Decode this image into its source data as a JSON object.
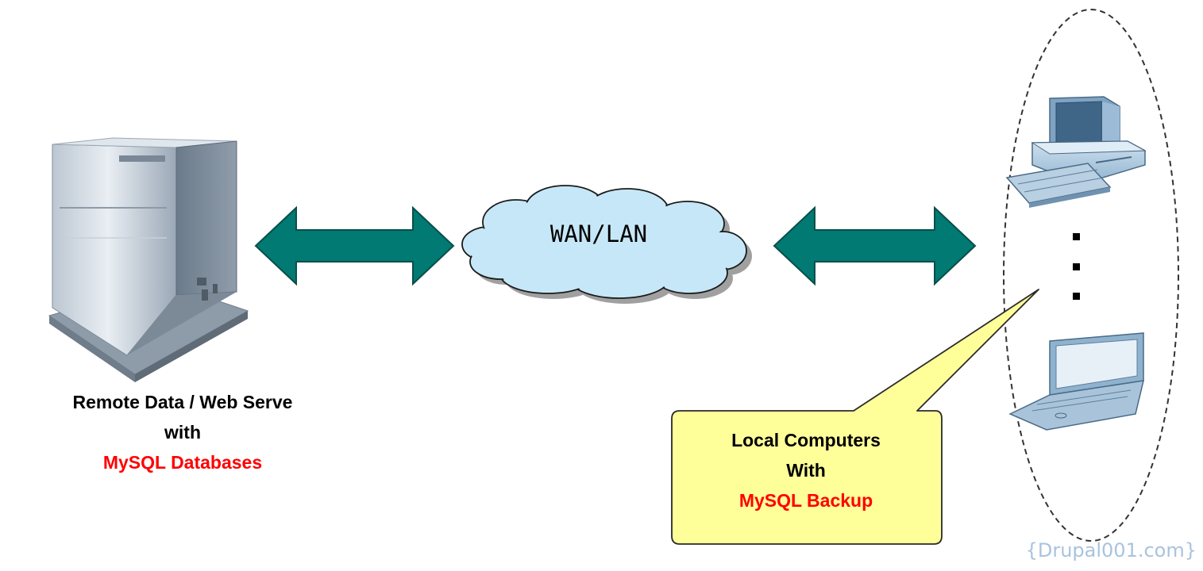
{
  "server": {
    "label_line1": "Remote Data / Web Serve",
    "label_line2": "with",
    "label_line3": "MySQL Databases"
  },
  "network": {
    "label": "WAN/LAN"
  },
  "callout": {
    "line1": "Local Computers",
    "line2": "With",
    "line3": "MySQL Backup"
  },
  "client_group": {
    "ellipsis": ". . ."
  },
  "watermark": "{Drupal001.com}",
  "colors": {
    "arrow_fill": "#007a73",
    "arrow_stroke": "#0a4f4a",
    "cloud_fill": "#c6e7f7",
    "callout_fill": "#ffff9a",
    "highlight_text": "#ff0000",
    "watermark": "#a9c3de"
  },
  "icons": {
    "server": "tower-server-icon",
    "cloud": "network-cloud-icon",
    "desktop": "desktop-computer-icon",
    "laptop": "laptop-icon"
  }
}
